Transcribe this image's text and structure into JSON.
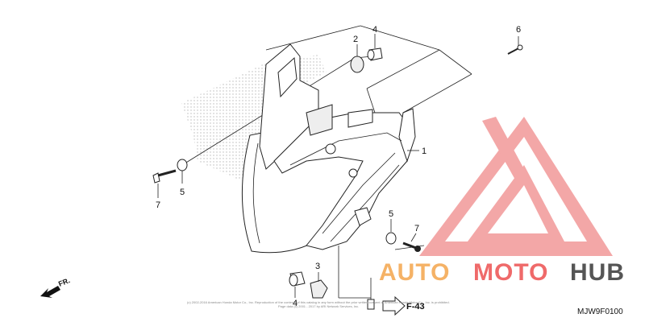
{
  "callouts": {
    "c1": "1",
    "c2": "2",
    "c3": "3",
    "c4_top": "4",
    "c4_bottom": "4",
    "c5_left": "5",
    "c5_right": "5",
    "c6": "6",
    "c7_left": "7",
    "c7_right": "7"
  },
  "reference": "F-43",
  "diagram_code": "MJW9F0100",
  "direction_label": "FR.",
  "copyright_line1": "(c) 2002-2016 American Honda Motor Co., Inc. Reproduction of the contents of this catalog in any form without the prior written consent of American Honda Motor Co., Inc. is prohibited.",
  "copyright_line2": "Page data (c) 2001 - 2017 by ARI Network Services, Inc.",
  "watermark": {
    "part1": "AUTO",
    "part2": "MOTO",
    "part3": "HUB",
    "color_orange": "#f5b266",
    "color_red": "#ef6a6a",
    "color_dark": "#555555"
  }
}
